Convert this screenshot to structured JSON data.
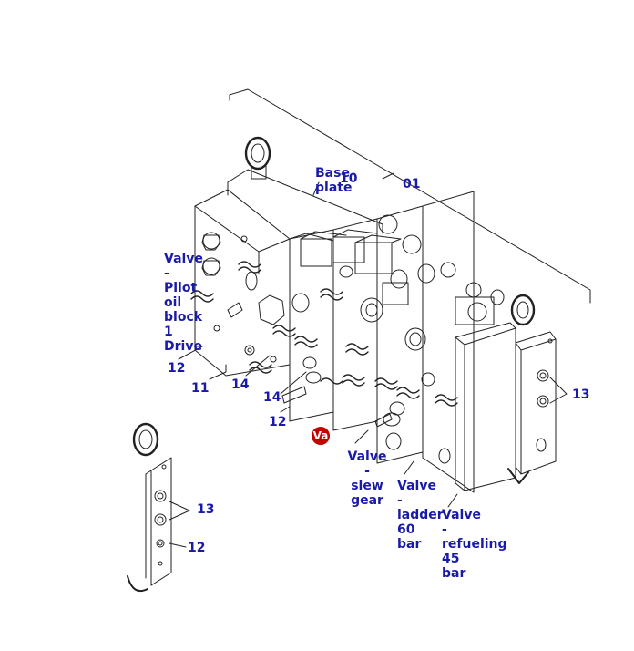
{
  "colors": {
    "label": "#1a1aa8",
    "badge": "#c40000",
    "line": "#222222"
  },
  "labels": {
    "base_plate": "Base\nplate",
    "p10": "10",
    "p01": "01",
    "pilot_valve": "Valve\n-\nPilot\noil\nblock\n1\nDrive",
    "p12a": "12",
    "p11": "11",
    "p14a": "14",
    "p14b": "14",
    "p12b": "12",
    "badge": "Va",
    "valve_slew": "Valve\n-\nslew\ngear",
    "valve_ladder": "Valve\n-\nladder\n60\nbar",
    "valve_refuel": "Valve\n-\nrefueling\n45\nbar",
    "p13a": "13",
    "p13b": "13",
    "p12c": "12"
  }
}
